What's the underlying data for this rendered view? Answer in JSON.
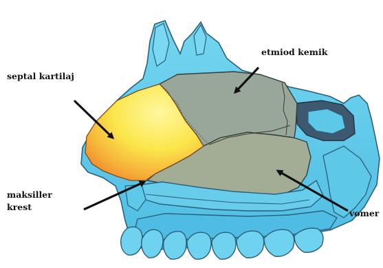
{
  "labels": {
    "septal": "septal kartilaj",
    "etmiod": "etmiod kemik",
    "maksiller_line1": "maksiller",
    "maksiller_line2": "krest",
    "vomer": "vomer"
  },
  "colors": {
    "background": "#ffffff",
    "bone_blue": "#5ec8e8",
    "bone_outline": "#2a5f7a",
    "ethmoid_gray": "#98a79a",
    "vomer_gray": "#a3ad95",
    "cartilage_yellow": "#fbec4f",
    "cartilage_orange": "#f0932e",
    "sinus_dark": "#3e5870",
    "arrow": "#111111"
  }
}
